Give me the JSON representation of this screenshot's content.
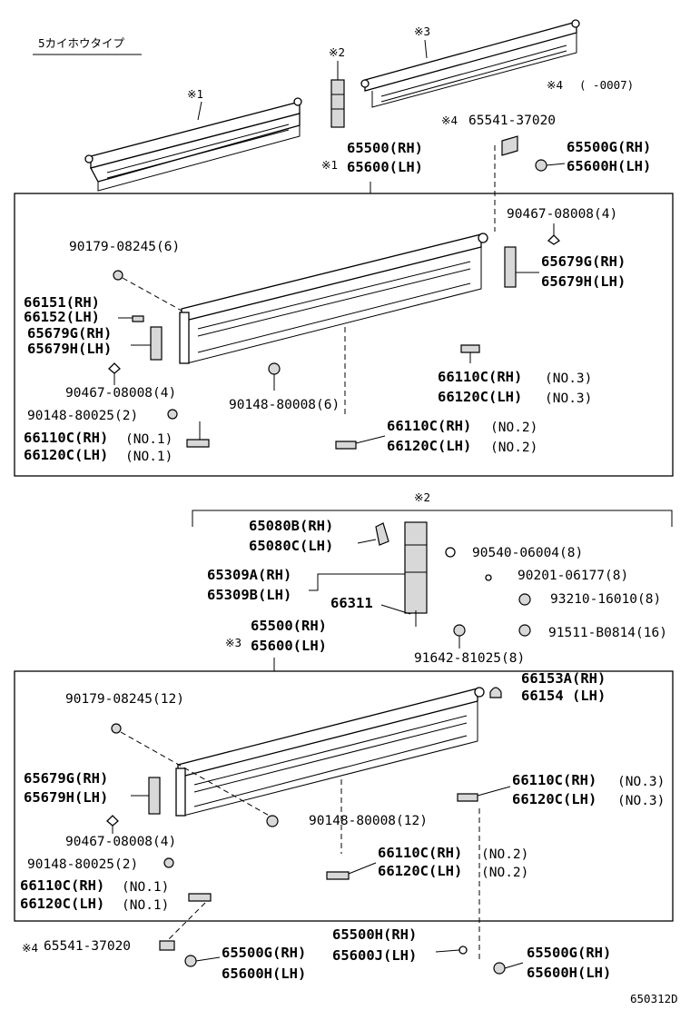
{
  "header": {
    "type_label": "5カイホウタイプ"
  },
  "marks": {
    "m1": "※1",
    "m2": "※2",
    "m3": "※3",
    "m4": "※4",
    "m4_range": "( -0007)"
  },
  "top": {
    "p65500_rh": "65500(RH)",
    "p65600_lh": "65600(LH)",
    "p65541": "65541-37020",
    "p65500g_rh": "65500G(RH)",
    "p65600h_lh": "65600H(LH)"
  },
  "section1": {
    "p90467_count": "90467-08008(4)",
    "p90179": "90179-08245(6)",
    "p65679g_rh_r": "65679G(RH)",
    "p65679h_lh_r": "65679H(LH)",
    "p66151_rh": "66151(RH)",
    "p66152_lh": "66152(LH)",
    "p65679g_rh_l": "65679G(RH)",
    "p65679h_lh_l": "65679H(LH)",
    "p90467_l": "90467-08008(4)",
    "p90148_80008": "90148-80008(6)",
    "p66110c_no3": "66110C(RH)",
    "p66120c_no3": "66120C(LH)",
    "no3": "(NO.3)",
    "p90148_80025": "90148-80025(2)",
    "p66110c_no2": "66110C(RH)",
    "p66120c_no2": "66120C(LH)",
    "no2": "(NO.2)",
    "p66110c_no1": "66110C(RH)",
    "p66120c_no1": "66120C(LH)",
    "no1": "(NO.1)"
  },
  "section2": {
    "p65080b_rh": "65080B(RH)",
    "p65080c_lh": "65080C(LH)",
    "p90540": "90540-06004(8)",
    "p65309a_rh": "65309A(RH)",
    "p65309b_lh": "65309B(LH)",
    "p90201": "90201-06177(8)",
    "p66311": "66311",
    "p93210": "93210-16010(8)",
    "p91511": "91511-B0814(16)",
    "p91642": "91642-81025(8)"
  },
  "section3": {
    "p65500_rh": "65500(RH)",
    "p65600_lh": "65600(LH)",
    "p66153a_rh": "66153A(RH)",
    "p66154_lh": "66154 (LH)",
    "p90179": "90179-08245(12)",
    "p65679g_rh": "65679G(RH)",
    "p65679h_lh": "65679H(LH)",
    "p66110c_no3": "66110C(RH)",
    "p66120c_no3": "66120C(LH)",
    "no3": "(NO.3)",
    "p90467": "90467-08008(4)",
    "p90148_80008": "90148-80008(12)",
    "p90148_80025": "90148-80025(2)",
    "p66110c_no2": "66110C(RH)",
    "p66120c_no2": "66120C(LH)",
    "no2": "(NO.2)",
    "p66110c_no1": "66110C(RH)",
    "p66120c_no1": "66120C(LH)",
    "no1": "(NO.1)"
  },
  "bottom": {
    "p65541": "65541-37020",
    "p65500g_rh_l": "65500G(RH)",
    "p65600h_lh_l": "65600H(LH)",
    "p65500h_rh": "65500H(RH)",
    "p65600j_lh": "65600J(LH)",
    "p65500g_rh_r": "65500G(RH)",
    "p65600h_lh_r": "65600H(LH)"
  },
  "footer": {
    "figure_code": "650312D"
  }
}
